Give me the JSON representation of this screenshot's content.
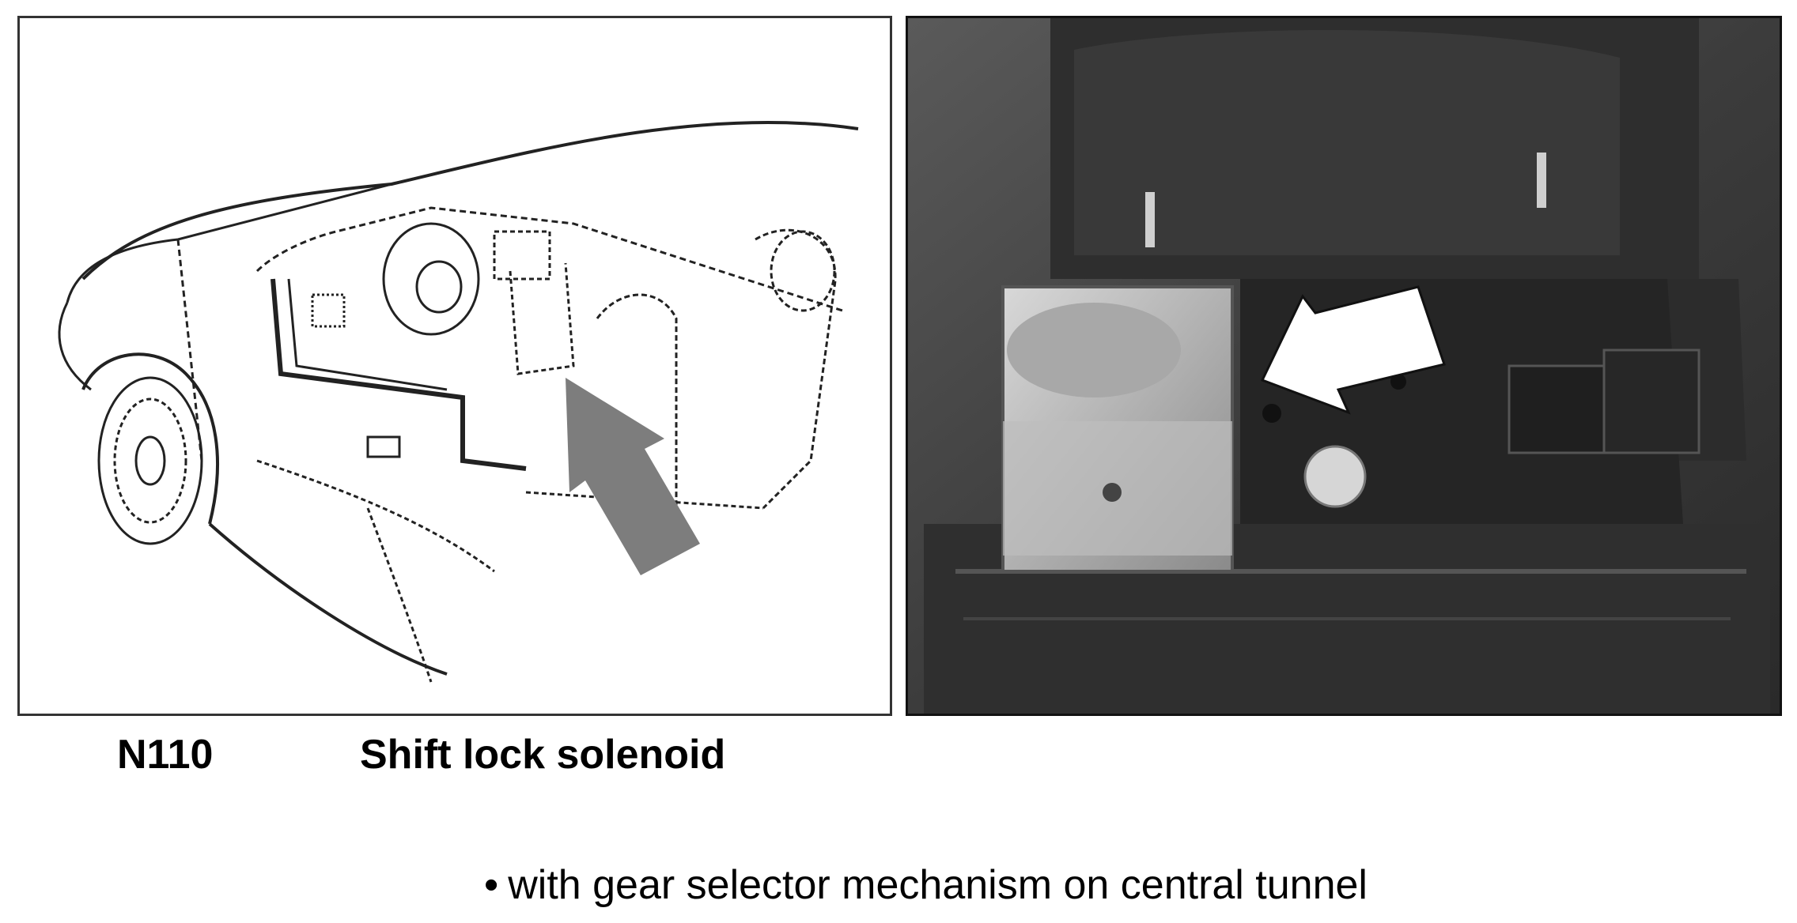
{
  "component": {
    "code": "N110",
    "name": "Shift lock solenoid"
  },
  "note": {
    "bullet": "•",
    "text": "with gear selector mechanism on central tunnel"
  },
  "colors": {
    "arrow_drawing": "#7d7d7d",
    "arrow_photo": "#ffffff",
    "photo_background": "#3a3a3a"
  },
  "icons": {
    "drawing_arrow": "arrow-up-left-icon",
    "photo_arrow": "arrow-down-left-icon"
  }
}
